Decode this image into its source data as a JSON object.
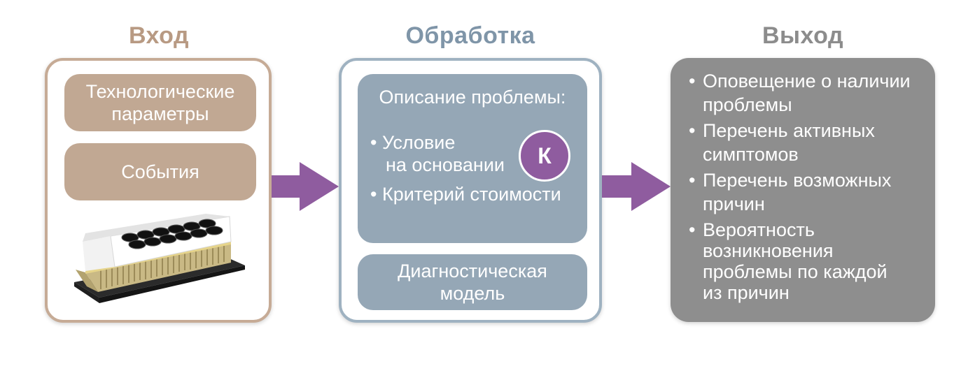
{
  "input": {
    "title": "Вход",
    "tech_params_line1": "Технологические",
    "tech_params_line2": "параметры",
    "events": "События"
  },
  "processing": {
    "title": "Обработка",
    "problem_title": "Описание проблемы:",
    "condition_line1": "Условие",
    "condition_line2": "на основании",
    "cost_criterion": "Критерий стоимости",
    "badge": "К",
    "model_line1": "Диагностическая",
    "model_line2": "модель"
  },
  "output": {
    "title": "Выход",
    "items": [
      {
        "line1": "Оповещение о наличии",
        "line2": "проблемы"
      },
      {
        "line1": "Перечень активных",
        "line2": "симптомов"
      },
      {
        "line1": "Перечень возможных",
        "line2": "причин"
      },
      {
        "line1": "Вероятность",
        "line2": "возникновения",
        "line3": "проблемы по каждой",
        "line4": "из причин"
      }
    ]
  },
  "bullet": "•",
  "colors": {
    "input_accent": "#c1a893",
    "processing_accent": "#95a7b6",
    "output_accent": "#8e8e8e",
    "arrow": "#8f5c9f"
  }
}
